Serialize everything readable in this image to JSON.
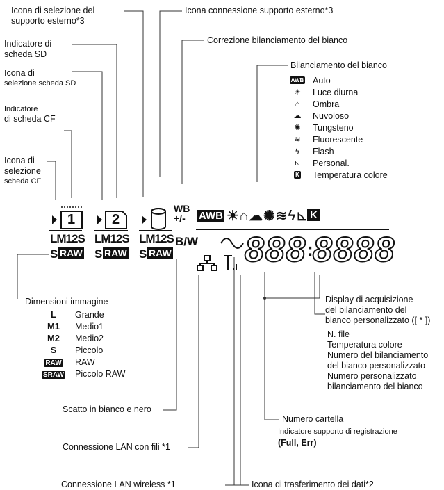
{
  "labels": {
    "ext_sel_icon": [
      "Icona di selezione del",
      "supporto esterno*3"
    ],
    "ext_conn_icon": "Icona connessione supporto esterno*3",
    "sd_indicator": [
      "Indicatore di",
      "scheda SD"
    ],
    "wb_correction": "Correzione bilanciamento del bianco",
    "sd_sel_icon": [
      "Icona di",
      "selezione scheda SD"
    ],
    "cf_indicator": [
      "Indicatore",
      "di scheda CF"
    ],
    "cf_sel_icon": [
      "Icona di",
      "selezione",
      "scheda CF"
    ],
    "image_size": "Dimensioni immagine",
    "bw": "Scatto in bianco e nero",
    "lan_wired": "Connessione LAN con fili *1",
    "lan_wireless": "Connessione LAN wireless *1",
    "data_transfer": "Icona di trasferimento dei dati*2",
    "folder_number": "Numero cartella",
    "media_indicator": "Indicatore supporto di registrazione",
    "media_indicator_values": "(Full, Err)",
    "custom_wb_display": [
      "Display di acquisizione",
      "del bilanciamento del",
      "bianco personalizzato ([ * ])"
    ],
    "file_info": [
      "N. file",
      "Temperatura colore",
      "Numero del bilanciamento",
      "del bianco personalizzato",
      "Numero personalizzato",
      "bilanciamento del bianco"
    ]
  },
  "white_balance": {
    "title": "Bilanciamento del bianco",
    "items": [
      {
        "icon": "awb-icon",
        "glyph": "AWB",
        "label": "Auto"
      },
      {
        "icon": "daylight-icon",
        "glyph": "☀",
        "label": "Luce diurna"
      },
      {
        "icon": "shade-icon",
        "glyph": "⌂",
        "label": "Ombra"
      },
      {
        "icon": "cloudy-icon",
        "glyph": "☁",
        "label": "Nuvoloso"
      },
      {
        "icon": "tungsten-icon",
        "glyph": "✺",
        "label": "Tungsteno"
      },
      {
        "icon": "fluorescent-icon",
        "glyph": "≋",
        "label": "Fluorescente"
      },
      {
        "icon": "flash-icon",
        "glyph": "ϟ",
        "label": "Flash"
      },
      {
        "icon": "custom-icon",
        "glyph": "⊾",
        "label": "Personal."
      },
      {
        "icon": "kelvin-icon",
        "glyph": "K",
        "label": "Temperatura colore"
      }
    ]
  },
  "image_sizes": [
    {
      "symbol": "L",
      "label": "Grande"
    },
    {
      "symbol": "M1",
      "label": "Medio1"
    },
    {
      "symbol": "M2",
      "label": "Medio2"
    },
    {
      "symbol": "S",
      "label": "Piccolo"
    },
    {
      "symbol": "RAW",
      "label": "RAW"
    },
    {
      "symbol": "SRAW",
      "label": "Piccolo RAW"
    }
  ],
  "lcd": {
    "card1": "1",
    "card2": "2",
    "lm12s": "LM12S",
    "s": "S",
    "raw": "RAW",
    "wb": "WB",
    "wb_adj": "+/-",
    "awb": "AWB",
    "k": "K",
    "bw": "B/W",
    "digits_left": "888",
    "digits_right": "8888"
  }
}
